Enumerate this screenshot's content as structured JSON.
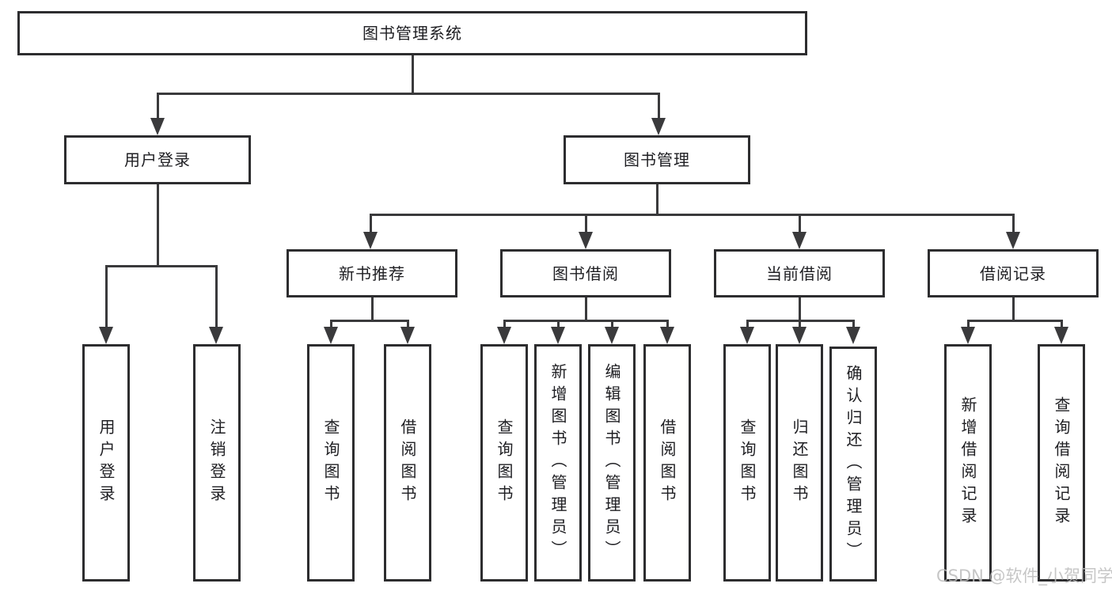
{
  "diagram": {
    "type": "org-chart",
    "root": {
      "label": "图书管理系统"
    },
    "level2": [
      {
        "label": "用户登录"
      },
      {
        "label": "图书管理"
      }
    ],
    "level3": [
      {
        "label": "新书推荐",
        "parent": "图书管理"
      },
      {
        "label": "图书借阅",
        "parent": "图书管理"
      },
      {
        "label": "当前借阅",
        "parent": "图书管理"
      },
      {
        "label": "借阅记录",
        "parent": "图书管理"
      }
    ],
    "leaves": [
      {
        "label": "用户登录",
        "parent": "用户登录"
      },
      {
        "label": "注销登录",
        "parent": "用户登录"
      },
      {
        "label": "查询图书",
        "parent": "新书推荐"
      },
      {
        "label": "借阅图书",
        "parent": "新书推荐"
      },
      {
        "label": "查询图书",
        "parent": "图书借阅"
      },
      {
        "label": "新增图书（管理员）",
        "parent": "图书借阅"
      },
      {
        "label": "编辑图书（管理员）",
        "parent": "图书借阅"
      },
      {
        "label": "借阅图书",
        "parent": "图书借阅"
      },
      {
        "label": "查询图书",
        "parent": "当前借阅"
      },
      {
        "label": "归还图书",
        "parent": "当前借阅"
      },
      {
        "label": "确认归还（管理员）",
        "parent": "当前借阅"
      },
      {
        "label": "新增借阅记录",
        "parent": "借阅记录"
      },
      {
        "label": "查询借阅记录",
        "parent": "借阅记录"
      }
    ],
    "colors": {
      "background": "#ffffff",
      "box_border": "#2d2d2f",
      "connector_line": "#3a3a3c",
      "text": "#1e1e22",
      "watermark_text": "#bdbdbd"
    }
  },
  "watermark": {
    "text": "CSDN @软件_小贺同学"
  }
}
